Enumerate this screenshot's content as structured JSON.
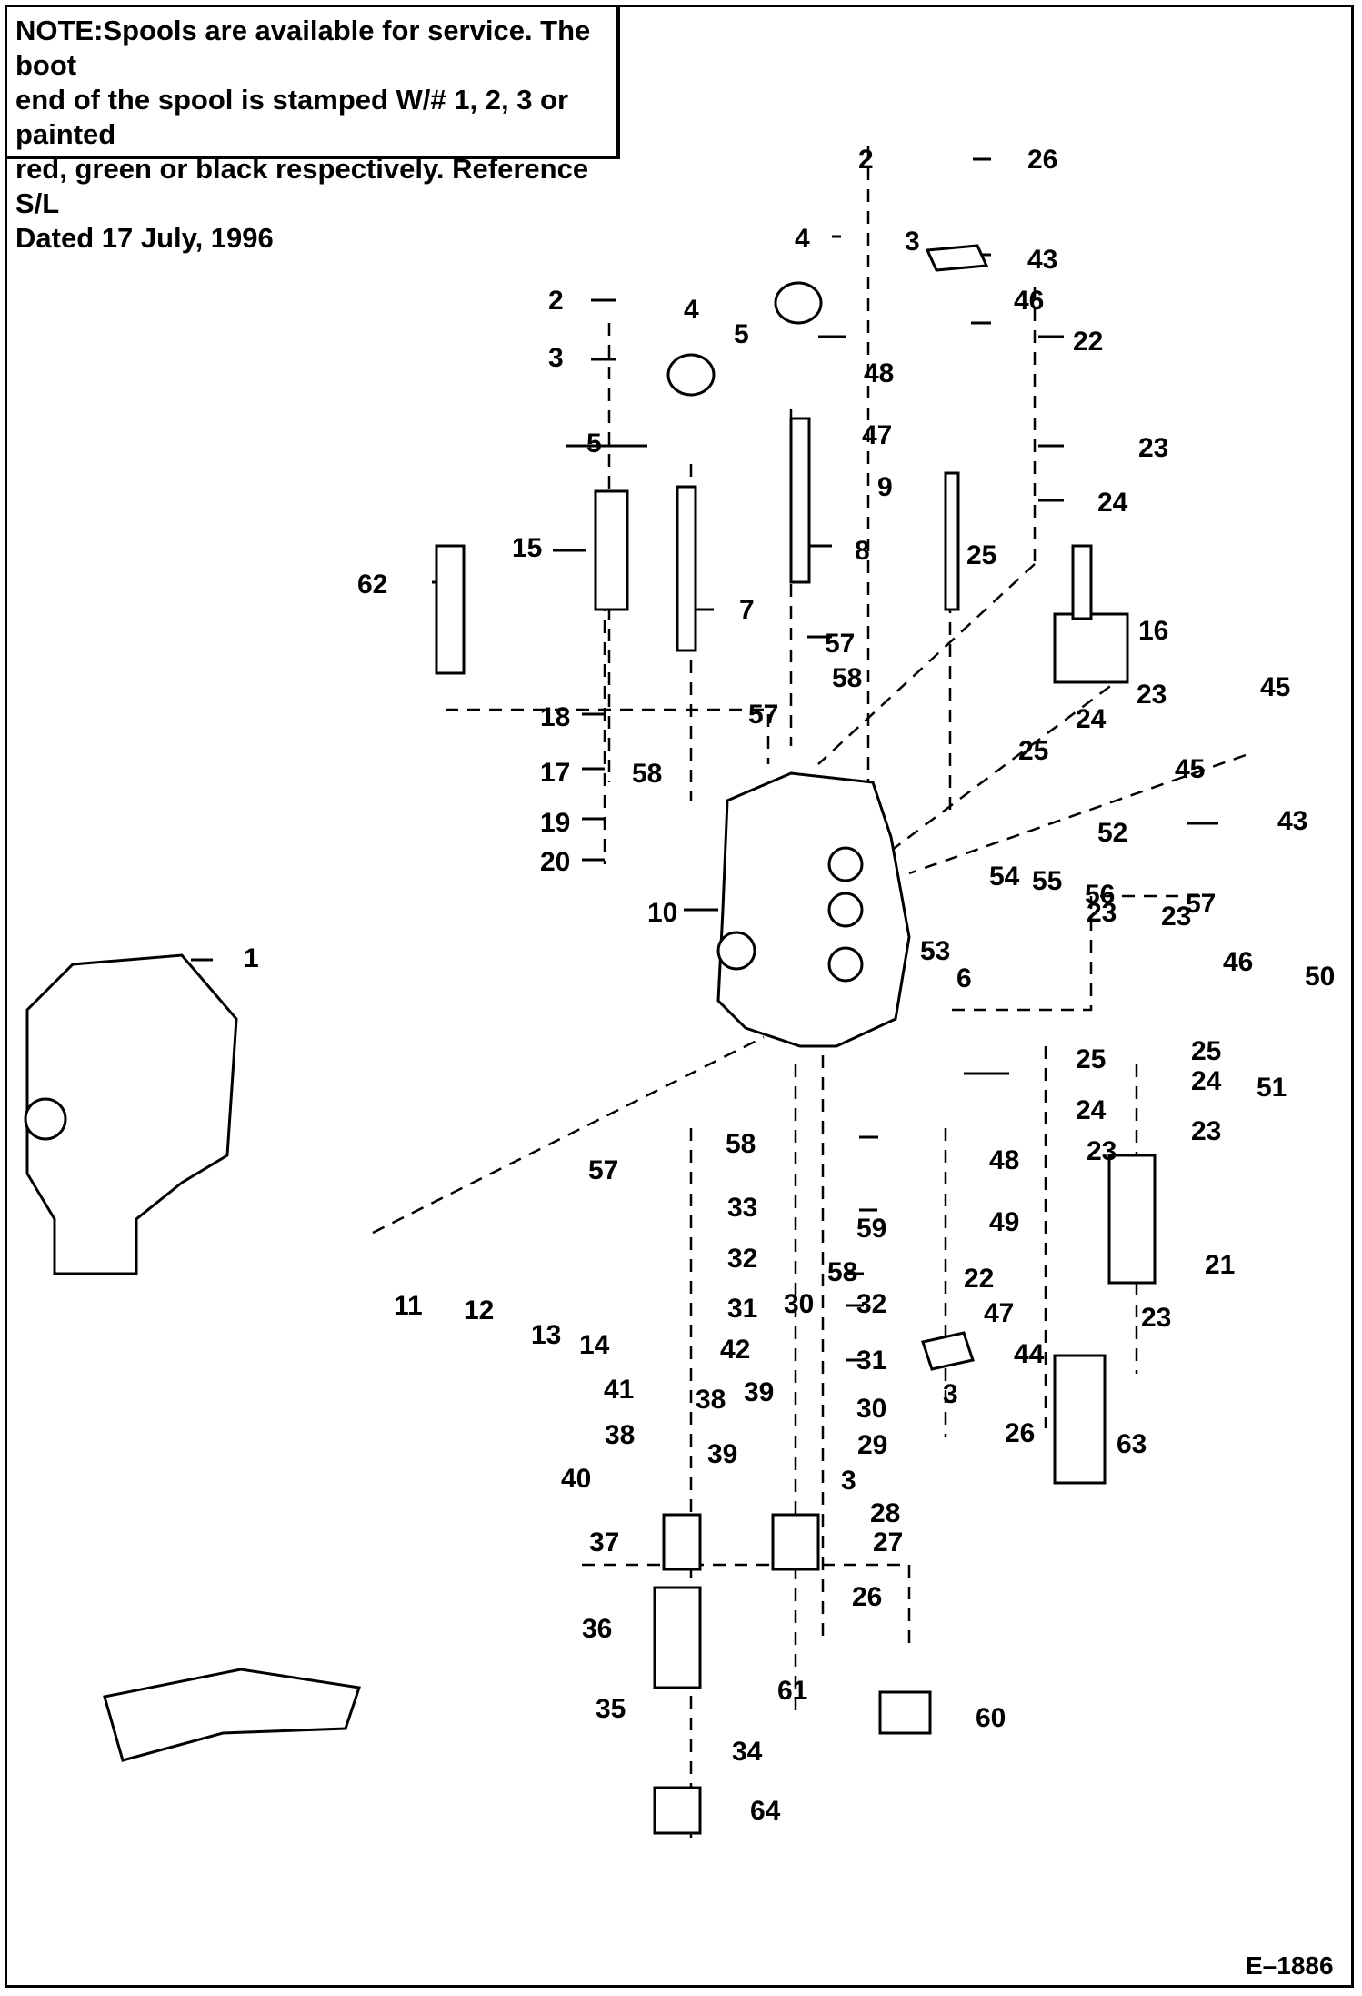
{
  "note": {
    "heading": "NOTE:",
    "text": "Spools are available for service. The boot\nend of the spool is stamped W/# 1, 2, 3 or painted\nred, green or black respectively. Reference S/L\nDated 17 July, 1996"
  },
  "drawing_code": "E–1886",
  "callouts": [
    "1",
    "2",
    "2",
    "3",
    "3",
    "3",
    "3",
    "4",
    "4",
    "5",
    "5",
    "6",
    "7",
    "8",
    "9",
    "10",
    "11",
    "12",
    "13",
    "14",
    "15",
    "16",
    "17",
    "18",
    "19",
    "20",
    "21",
    "22",
    "22",
    "23",
    "23",
    "23",
    "23",
    "23",
    "23",
    "23",
    "24",
    "24",
    "24",
    "24",
    "25",
    "25",
    "25",
    "25",
    "26",
    "26",
    "26",
    "27",
    "28",
    "29",
    "30",
    "30",
    "31",
    "31",
    "32",
    "32",
    "33",
    "34",
    "35",
    "36",
    "37",
    "38",
    "38",
    "39",
    "39",
    "40",
    "41",
    "42",
    "43",
    "43",
    "44",
    "45",
    "45",
    "46",
    "46",
    "47",
    "47",
    "48",
    "48",
    "49",
    "50",
    "51",
    "52",
    "53",
    "54",
    "55",
    "56",
    "57",
    "57",
    "57",
    "57",
    "58",
    "58",
    "58",
    "58",
    "59",
    "60",
    "61",
    "62",
    "63",
    "64"
  ]
}
